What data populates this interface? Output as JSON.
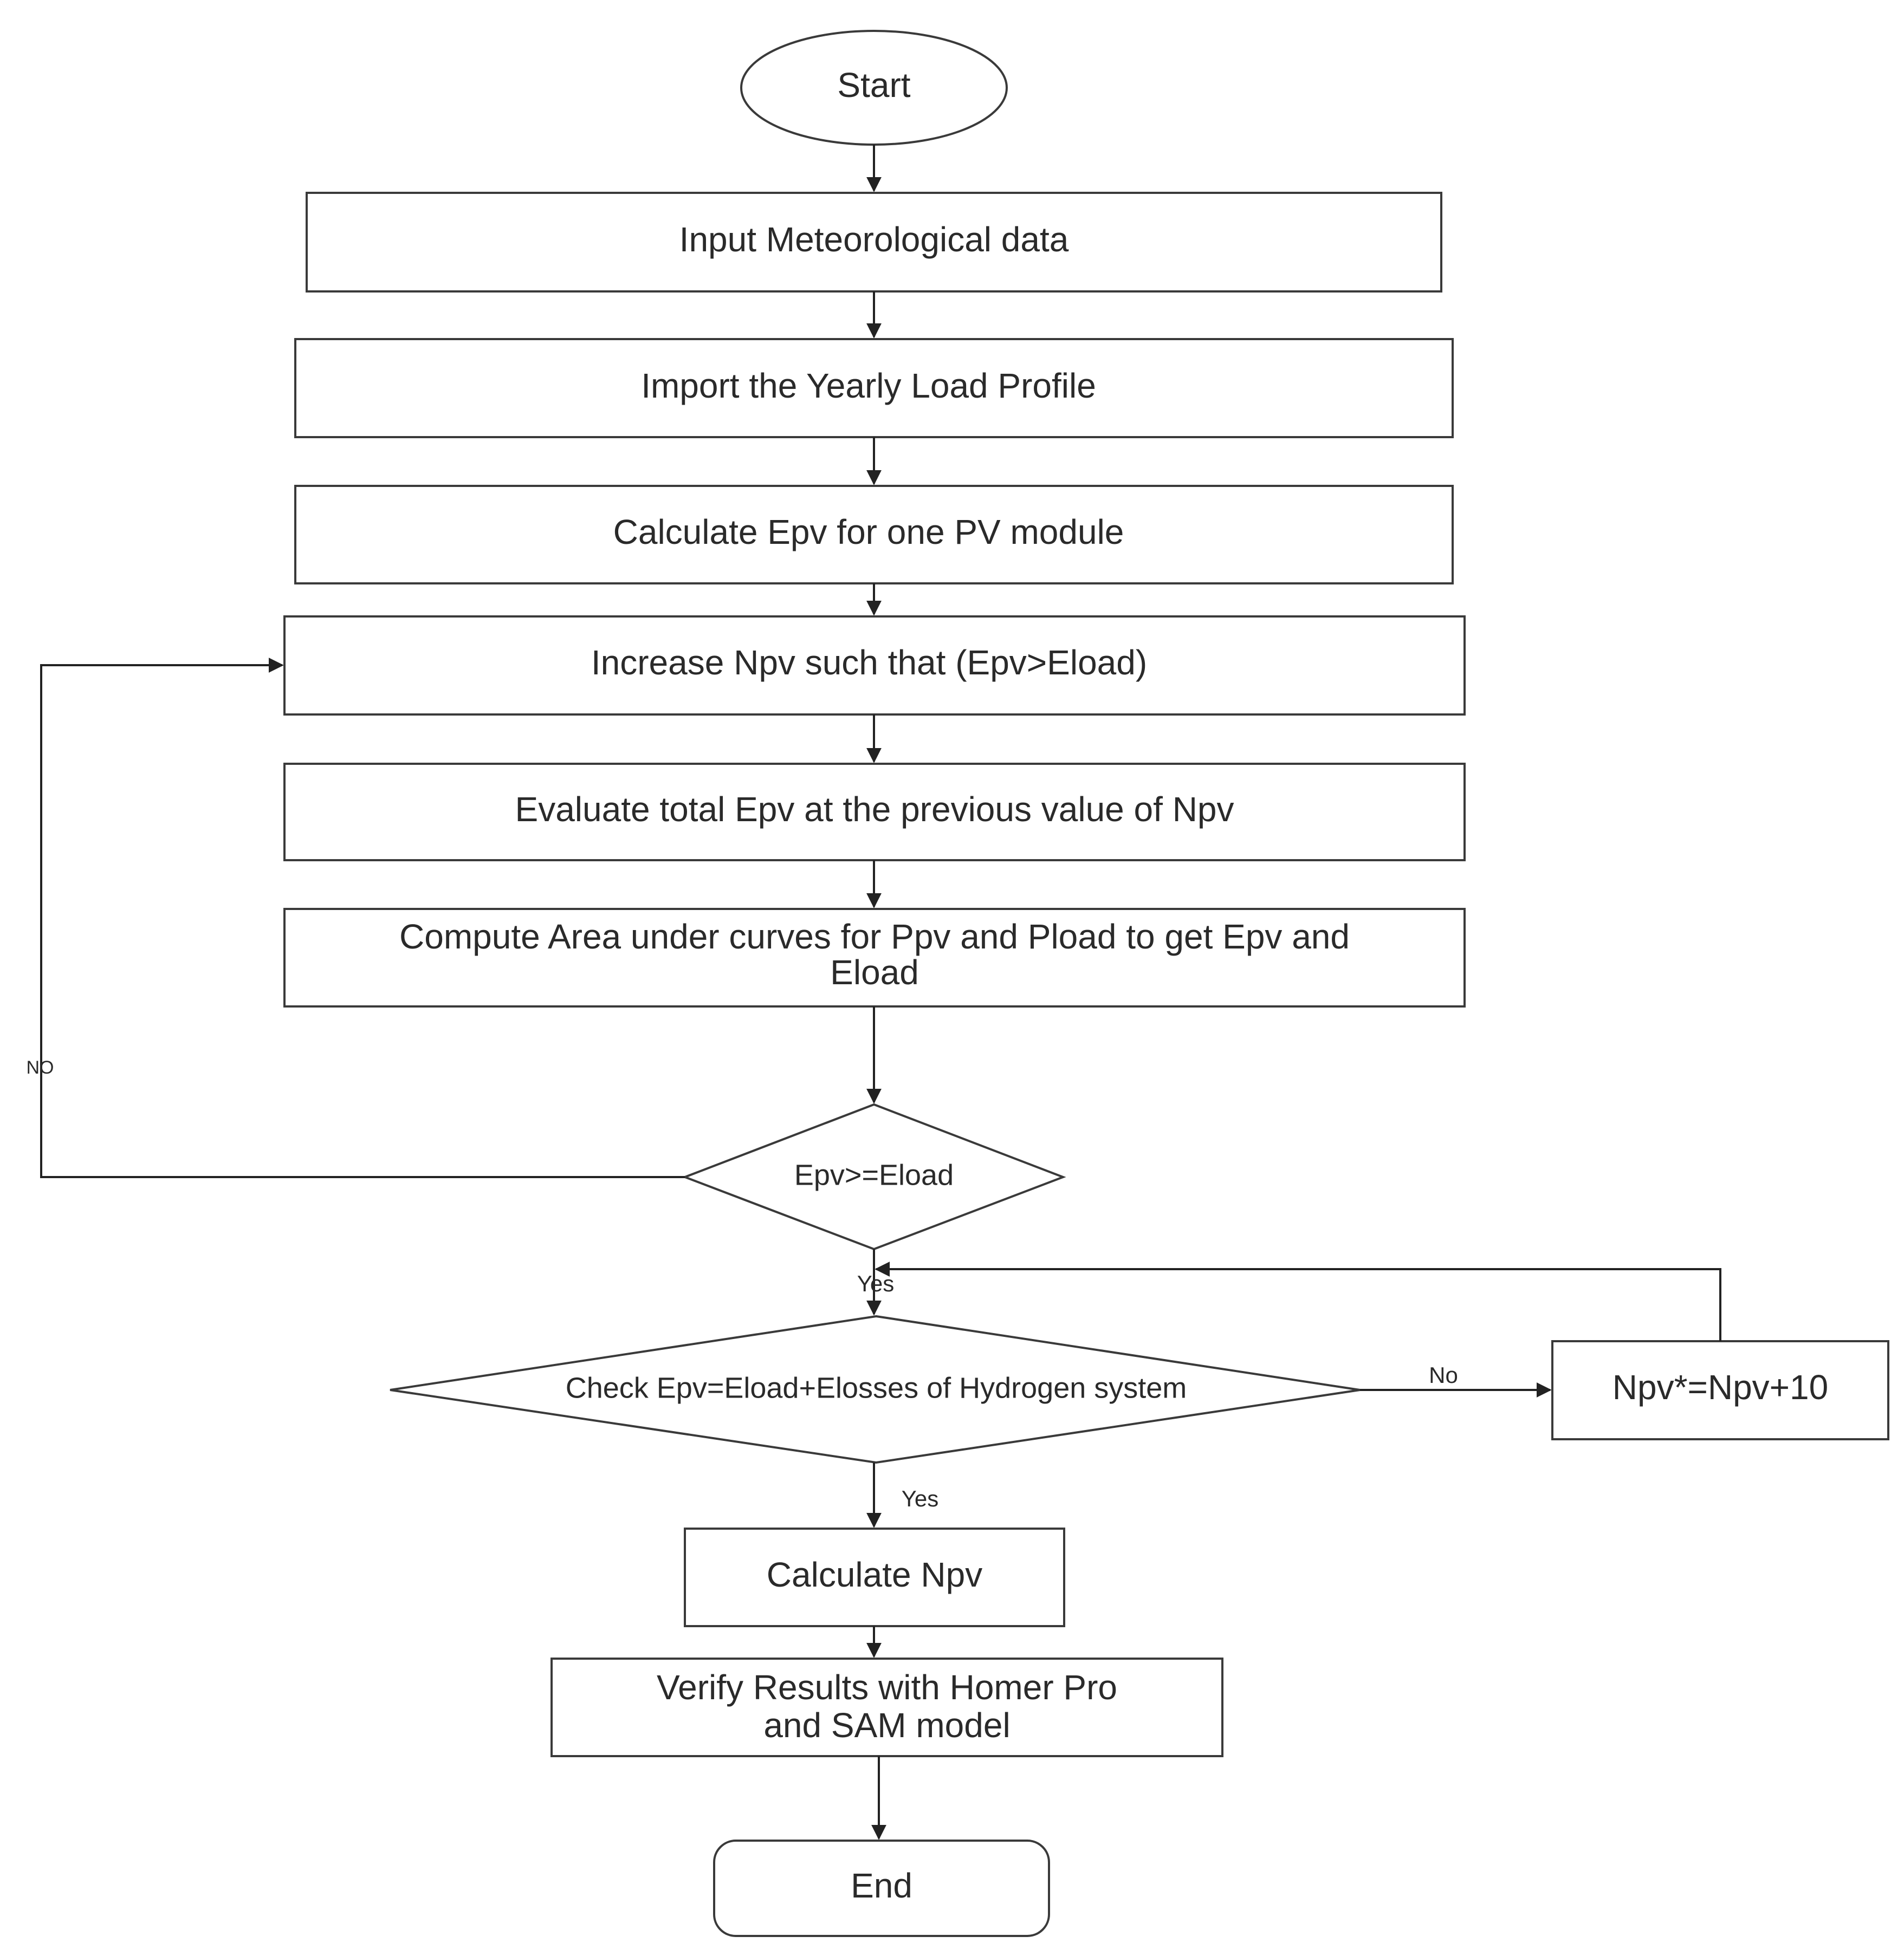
{
  "nodes": {
    "start": "Start",
    "input_met": "Input Meteorological data",
    "import_load": "Import the Yearly Load Profile",
    "calc_epv": "Calculate Epv for one PV module",
    "increase_npv": "Increase Npv such that (Epv>Eload)",
    "evaluate_total": "Evaluate total Epv at the previous value of Npv",
    "compute_area_line1": "Compute Area under curves for Ppv and Pload to get Epv and",
    "compute_area_line2": "Eload",
    "decision_epv": "Epv>=Eload",
    "decision_check": "Check Epv=Eload+Elosses of Hydrogen system",
    "npv_star": "Npv*=Npv+10",
    "calc_npv": "Calculate Npv",
    "verify_line1": "Verify Results with Homer Pro",
    "verify_line2": "and SAM model",
    "end": "End"
  },
  "edge_labels": {
    "no_loop": "NO",
    "yes_1": "Yes",
    "no_2": "No",
    "yes_2": "Yes"
  },
  "colors": {
    "stroke": "#3a3a3a",
    "text": "#2a2a2a",
    "background": "#ffffff"
  }
}
